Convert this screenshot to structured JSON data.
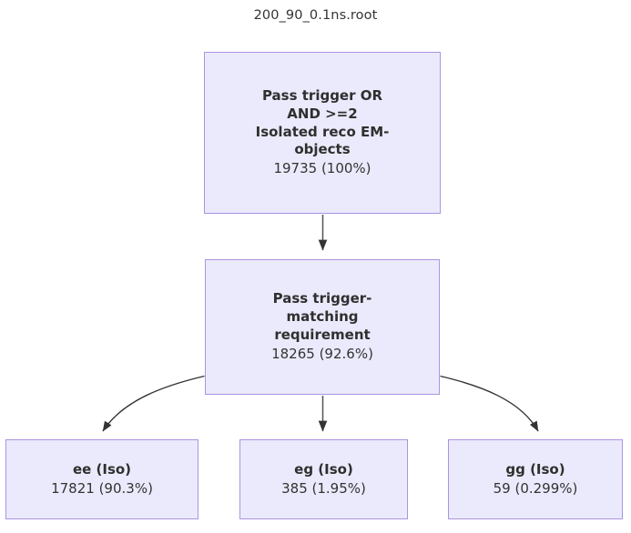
{
  "title": "200_90_0.1ns.root",
  "theme": {
    "node_fill": "#ebeafc",
    "node_border": "#ad93e0",
    "text_color": "#333333",
    "edge_color": "#333333",
    "background": "#ffffff"
  },
  "chart_data": {
    "type": "diagram",
    "diagram_kind": "flowchart",
    "title": "200_90_0.1ns.root",
    "orientation": "top-down",
    "nodes": [
      {
        "id": "root",
        "label": "Pass trigger OR\nAND >=2\nIsolated reco EM-\nobjects",
        "count": 19735,
        "percent": "100%",
        "count_text": "19735 (100%)"
      },
      {
        "id": "match",
        "label": "Pass trigger-\nmatching\nrequirement",
        "count": 18265,
        "percent": "92.6%",
        "count_text": "18265 (92.6%)"
      },
      {
        "id": "ee",
        "label": "ee (Iso)",
        "count": 17821,
        "percent": "90.3%",
        "count_text": "17821 (90.3%)"
      },
      {
        "id": "eg",
        "label": "eg (Iso)",
        "count": 385,
        "percent": "1.95%",
        "count_text": "385 (1.95%)"
      },
      {
        "id": "gg",
        "label": "gg (Iso)",
        "count": 59,
        "percent": "0.299%",
        "count_text": "59 (0.299%)"
      }
    ],
    "edges": [
      {
        "from": "root",
        "to": "match",
        "style": "straight"
      },
      {
        "from": "match",
        "to": "ee",
        "style": "curved"
      },
      {
        "from": "match",
        "to": "eg",
        "style": "straight"
      },
      {
        "from": "match",
        "to": "gg",
        "style": "curved"
      }
    ]
  },
  "nodes": {
    "root": {
      "label": "Pass trigger OR\nAND >=2\nIsolated reco EM-\nobjects",
      "count_text": "19735 (100%)"
    },
    "match": {
      "label": "Pass trigger-\nmatching\nrequirement",
      "count_text": "18265 (92.6%)"
    },
    "ee": {
      "label": "ee (Iso)",
      "count_text": "17821 (90.3%)"
    },
    "eg": {
      "label": "eg (Iso)",
      "count_text": "385 (1.95%)"
    },
    "gg": {
      "label": "gg (Iso)",
      "count_text": "59 (0.299%)"
    }
  }
}
